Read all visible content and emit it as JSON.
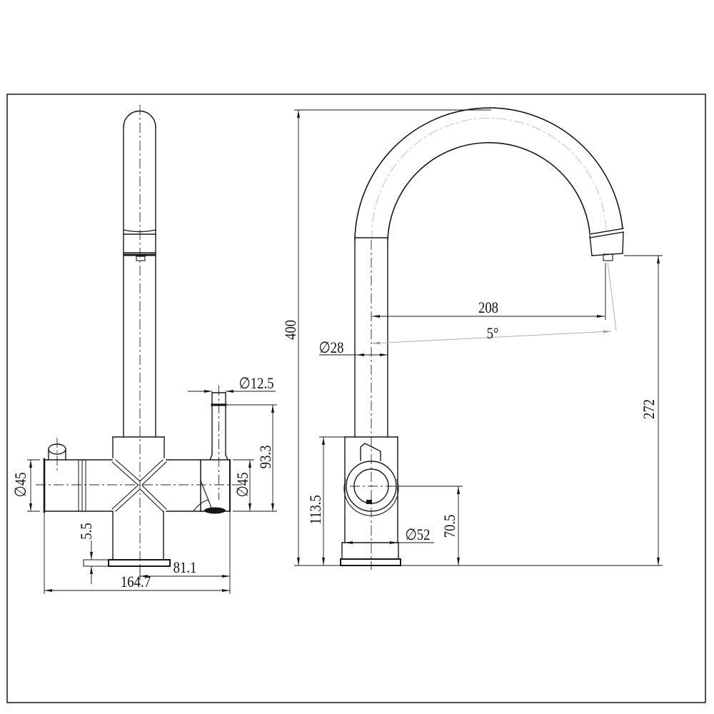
{
  "drawing": {
    "front_view": {
      "lever_diameter": "∅12.5",
      "lever_height": "93.3",
      "left_valve_diameter": "∅45",
      "right_valve_diameter": "∅45",
      "base_plate_thickness": "5.5",
      "center_to_handle_end": "81.1",
      "overall_width": "164.7"
    },
    "side_view": {
      "overall_height": "400",
      "spout_tube_diameter": "∅28",
      "spout_reach": "208",
      "spout_swivel_angle": "5°",
      "spout_outlet_height": "272",
      "body_height": "113.5",
      "handle_center_height": "70.5",
      "base_diameter": "∅52"
    }
  }
}
